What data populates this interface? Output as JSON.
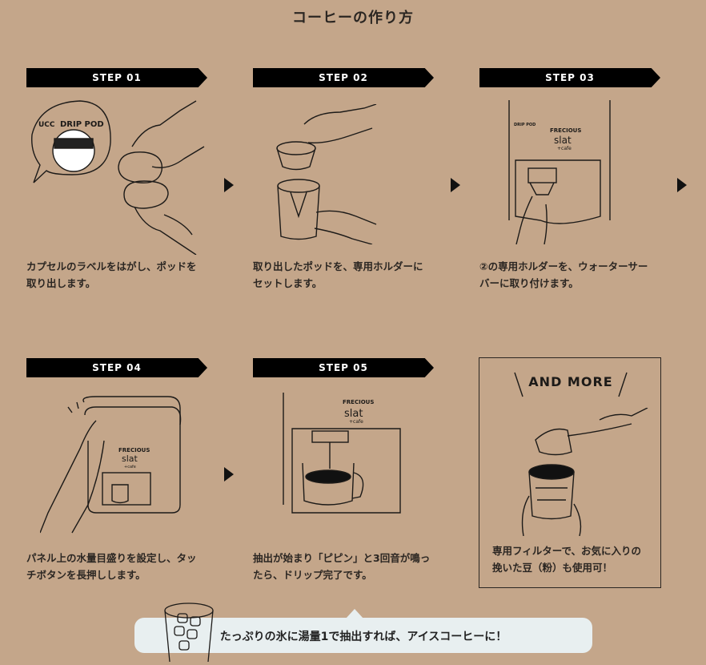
{
  "page_title": "コーヒーの作り方",
  "steps": [
    {
      "label": "STEP 01",
      "desc_line1": "カプセルのラベルをはがし、ポッドを",
      "desc_line2": "取り出します。"
    },
    {
      "label": "STEP 02",
      "desc_line1": "取り出したポッドを、専用ホルダーに",
      "desc_line2": "セットします。"
    },
    {
      "label": "STEP 03",
      "desc_line1": "②の専用ホルダーを、ウォーターサー",
      "desc_line2": "バーに取り付けます。"
    },
    {
      "label": "STEP 04",
      "desc_line1": "パネル上の水量目盛りを設定し、タッ",
      "desc_line2": "チボタンを長押しします。"
    },
    {
      "label": "STEP 05",
      "desc_line1": "抽出が始まり「ピピン」と3回音が鳴っ",
      "desc_line2": "たら、ドリップ完了です。"
    }
  ],
  "illustration_text": {
    "pod_brand": "DRIP POD",
    "pod_logo": "UCC",
    "machine_brand": "FRECIOUS",
    "machine_model": "slat",
    "machine_sub": "+cafe",
    "pod_small": "DRIP POD"
  },
  "and_more": {
    "title": "AND MORE",
    "desc_line1": "専用フィルターで、お気に入りの",
    "desc_line2": "挽いた豆（粉）も使用可！"
  },
  "tip": "たっぷりの氷に湯量1で抽出すれば、アイスコーヒーに！",
  "colors": {
    "background": "#c4a68a",
    "banner": "#000000",
    "bubble": "#e8eff0"
  }
}
